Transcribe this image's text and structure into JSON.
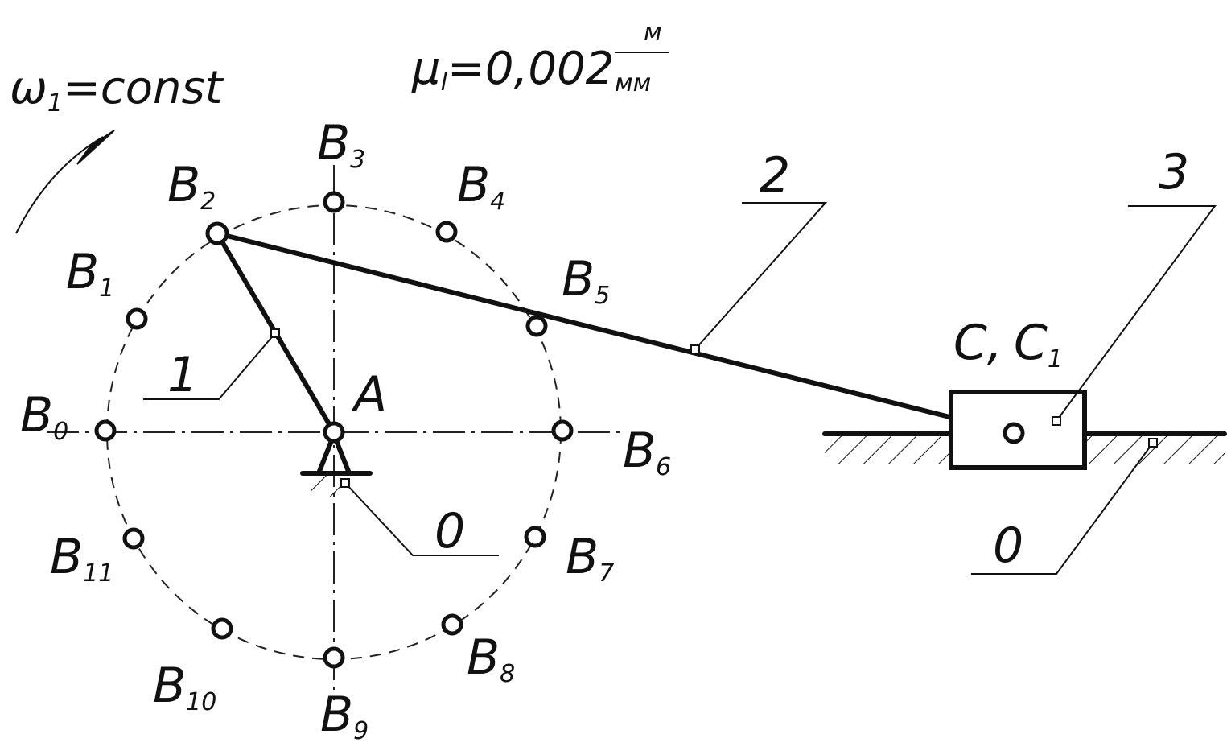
{
  "header": {
    "omega_symbol": "ω",
    "omega_sub": "1",
    "omega_rest": "=const",
    "mu_symbol": "μ",
    "mu_sub": "l",
    "mu_value": "=0,002",
    "mu_num": "м",
    "mu_den": "мм"
  },
  "points": [
    {
      "name": "B",
      "sub": "0"
    },
    {
      "name": "B",
      "sub": "1"
    },
    {
      "name": "B",
      "sub": "2"
    },
    {
      "name": "B",
      "sub": "3"
    },
    {
      "name": "B",
      "sub": "4"
    },
    {
      "name": "B",
      "sub": "5"
    },
    {
      "name": "B",
      "sub": "6"
    },
    {
      "name": "B",
      "sub": "7"
    },
    {
      "name": "B",
      "sub": "8"
    },
    {
      "name": "B",
      "sub": "9"
    },
    {
      "name": "B",
      "sub": "10"
    },
    {
      "name": "B",
      "sub": "11"
    }
  ],
  "pivot_label": "A",
  "slider_label": {
    "c": "C,",
    "c1": "C",
    "c1_sub": "1"
  },
  "links": {
    "crank": "1",
    "connecting_rod": "2",
    "slider": "3",
    "frame_left": "0",
    "frame_right": "0"
  }
}
